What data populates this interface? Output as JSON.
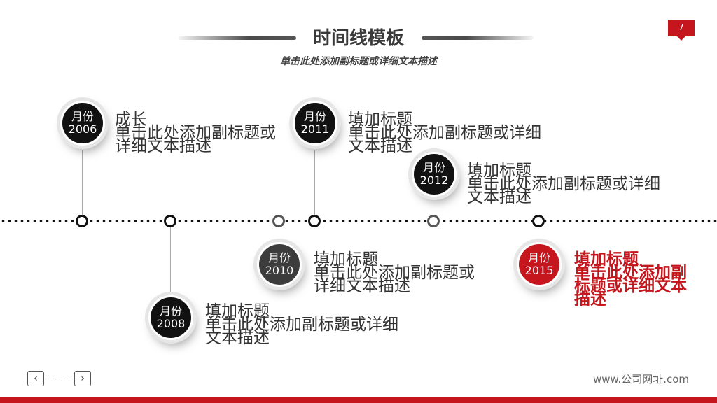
{
  "header": {
    "title": "时间线模板",
    "subtitle": "单击此处添加副标题或详细文本描述",
    "page_number": "7"
  },
  "timeline": [
    {
      "month": "月份",
      "year": "2006",
      "title": "成长",
      "desc": "单击此处添加副标题或详细文本描述"
    },
    {
      "month": "月份",
      "year": "2008",
      "title": "填加标题",
      "desc": "单击此处添加副标题或详细文本描述"
    },
    {
      "month": "月份",
      "year": "2010",
      "title": "填加标题",
      "desc": "单击此处添加副标题或详细文本描述"
    },
    {
      "month": "月份",
      "year": "2011",
      "title": "填加标题",
      "desc": "单击此处添加副标题或详细文本描述"
    },
    {
      "month": "月份",
      "year": "2012",
      "title": "填加标题",
      "desc": "单击此处添加副标题或详细文本描述"
    },
    {
      "month": "月份",
      "year": "2015",
      "title": "填加标题",
      "desc": "单击此处添加副标题或详细文本描述"
    }
  ],
  "nav": {
    "prev": "‹",
    "next": "›"
  },
  "footer": {
    "website": "www.公司网址.com"
  },
  "colors": {
    "accent": "#c4161c",
    "dark": "#111111",
    "grey": "#3c3c3c"
  }
}
